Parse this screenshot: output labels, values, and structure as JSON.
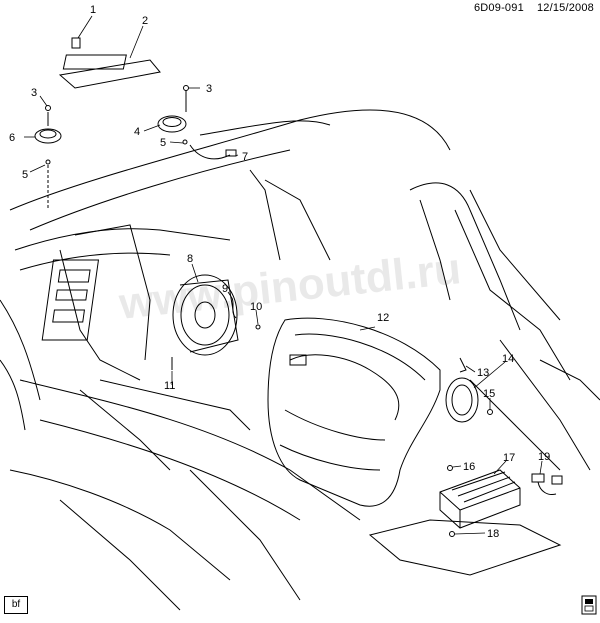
{
  "header": {
    "code": "6D09-091",
    "date": "12/15/2008"
  },
  "watermark": "www.pinoutdl.ru",
  "corner_tag": "bf",
  "callouts": [
    "1",
    "2",
    "3",
    "3",
    "4",
    "5",
    "5",
    "6",
    "7",
    "8",
    "9",
    "10",
    "11",
    "12",
    "13",
    "14",
    "15",
    "16",
    "17",
    "18",
    "19"
  ],
  "colors": {
    "line": "#000000",
    "watermark": "#d8d8d8"
  }
}
